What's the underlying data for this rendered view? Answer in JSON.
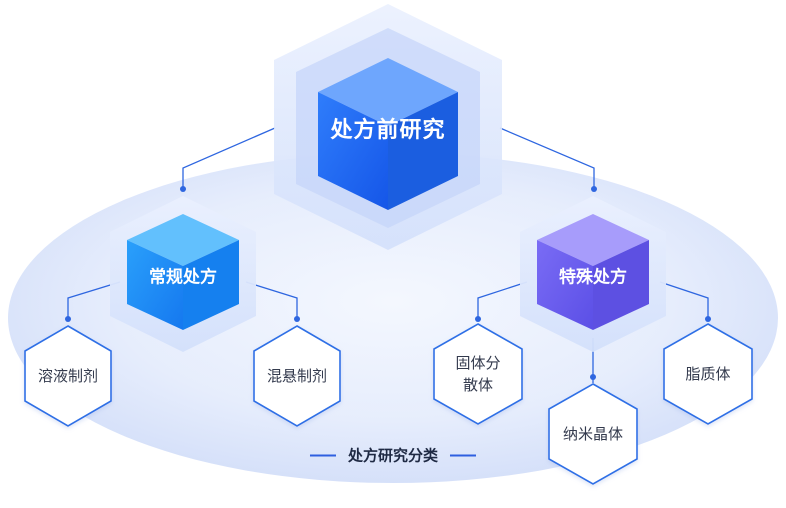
{
  "title": "处方前研究",
  "categories": {
    "left": {
      "label": "常规处方"
    },
    "right": {
      "label": "特殊处方"
    }
  },
  "leaves": [
    {
      "label": "溶液制剂"
    },
    {
      "label": "混悬制剂"
    },
    {
      "label": "固体分",
      "label2": "散体"
    },
    {
      "label": "纳米晶体"
    },
    {
      "label": "脂质体"
    }
  ],
  "caption": "处方研究分类",
  "colors": {
    "main_cube": "#1f6ef5",
    "left_cube": "#1a8cf8",
    "right_cube": "#6e63f2",
    "connector": "#2e66e0",
    "leaf_border": "#2f6fe6",
    "ellipse": "#dde6fb"
  }
}
